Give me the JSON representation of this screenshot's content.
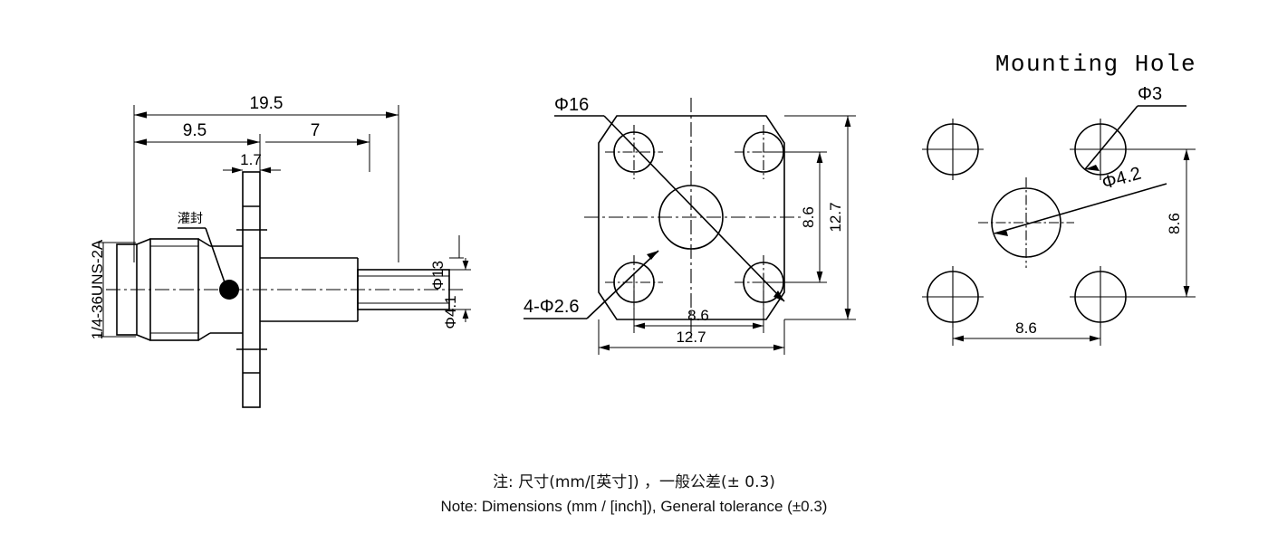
{
  "drawing": {
    "title_mounting_hole": "Mounting Hole",
    "note_cn": "注: 尺寸(mm/[英寸]) ，一般公差(± 0.3)",
    "note_en": "Note: Dimensions (mm / [inch]), General tolerance (±0.3)"
  },
  "side_view": {
    "dims": {
      "overall_length": "19.5",
      "thread_to_flange": "9.5",
      "flange_to_pin_end": "7",
      "flange_thickness": "1.7",
      "body_diameter": "Φ13",
      "pin_diameter": "Φ4.1"
    },
    "labels": {
      "thread": "1/4-36UNS-2A",
      "potting_cn": "灌封"
    }
  },
  "flange_view": {
    "callouts": {
      "outer_diameter": "Φ16",
      "mounting_holes": "4-Φ2.6"
    },
    "dims": {
      "hole_pitch_v": "8.6",
      "flange_height": "12.7",
      "hole_pitch_h": "8.6",
      "flange_width": "12.7"
    }
  },
  "mounting_hole_view": {
    "callouts": {
      "screw_hole": "Φ3",
      "center_hole": "Φ4.2"
    },
    "dims": {
      "pitch_v": "8.6",
      "pitch_h": "8.6"
    }
  }
}
